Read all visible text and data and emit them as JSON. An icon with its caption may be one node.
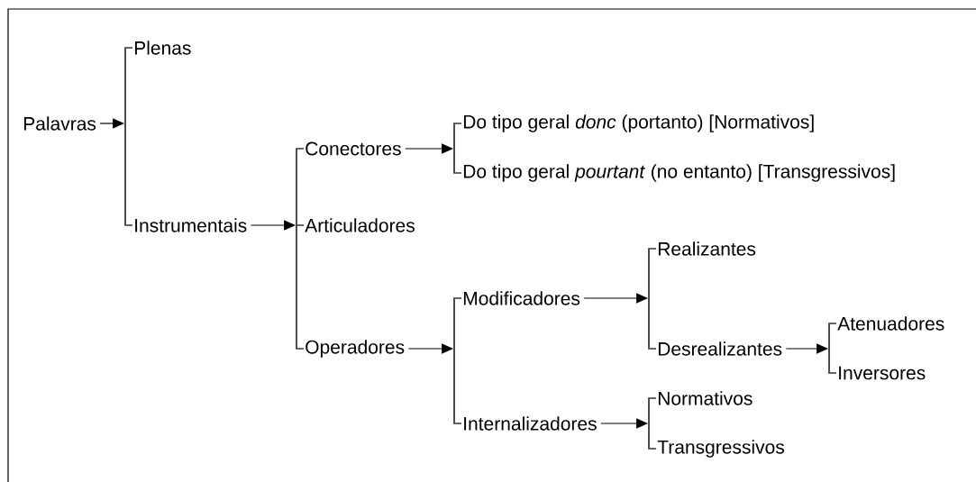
{
  "diagram": {
    "nodes": [
      {
        "text": [
          "Palavras"
        ]
      },
      {
        "text": [
          "Plenas"
        ]
      },
      {
        "text": [
          "Instrumentais"
        ]
      },
      {
        "text": [
          "Conectores"
        ]
      },
      {
        "text": [
          "Do tipo geral *donc* (portanto) [Normativos]"
        ]
      },
      {
        "text": [
          "Do tipo geral *pourtant* (no entanto) [Transgressivos]"
        ]
      },
      {
        "text": [
          "Articuladores"
        ]
      },
      {
        "text": [
          "Operadores"
        ]
      },
      {
        "text": [
          "Modificadores"
        ]
      },
      {
        "text": [
          "Realizantes"
        ]
      },
      {
        "text": [
          "Desrealizantes"
        ]
      },
      {
        "text": [
          "Atenuadores"
        ]
      },
      {
        "text": [
          "Inversores"
        ]
      },
      {
        "text": [
          "Internalizadores"
        ]
      },
      {
        "text": [
          "Normativos"
        ]
      },
      {
        "text": [
          "Transgressivos"
        ]
      },
      {
        "text": [],
        "shape": "bar"
      },
      {
        "text": [],
        "shape": "bar"
      },
      {
        "text": [],
        "shape": "bar"
      },
      {
        "text": [],
        "shape": "bar"
      },
      {
        "text": [],
        "shape": "bar"
      },
      {
        "text": [],
        "shape": "bar"
      },
      {
        "text": [],
        "shape": "bar"
      }
    ],
    "edges": [
      {
        "from": 0,
        "to": 16,
        "arrow": "to"
      },
      {
        "from": 16,
        "to": 1,
        "arrow": "none"
      },
      {
        "from": 16,
        "to": 2,
        "arrow": "none"
      },
      {
        "from": 2,
        "to": 17,
        "arrow": "to"
      },
      {
        "from": 17,
        "to": 3,
        "arrow": "none"
      },
      {
        "from": 17,
        "to": 6,
        "arrow": "none"
      },
      {
        "from": 17,
        "to": 7,
        "arrow": "none"
      },
      {
        "from": 3,
        "to": 18,
        "arrow": "to"
      },
      {
        "from": 18,
        "to": 4,
        "arrow": "none"
      },
      {
        "from": 18,
        "to": 5,
        "arrow": "none"
      },
      {
        "from": 7,
        "to": 19,
        "arrow": "to"
      },
      {
        "from": 19,
        "to": 8,
        "arrow": "none"
      },
      {
        "from": 19,
        "to": 13,
        "arrow": "none"
      },
      {
        "from": 8,
        "to": 20,
        "arrow": "to"
      },
      {
        "from": 20,
        "to": 9,
        "arrow": "none"
      },
      {
        "from": 20,
        "to": 10,
        "arrow": "none"
      },
      {
        "from": 13,
        "to": 21,
        "arrow": "to"
      },
      {
        "from": 21,
        "to": 14,
        "arrow": "none"
      },
      {
        "from": 21,
        "to": 15,
        "arrow": "none"
      },
      {
        "from": 10,
        "to": 22,
        "arrow": "to"
      },
      {
        "from": 22,
        "to": 11,
        "arrow": "none"
      },
      {
        "from": 22,
        "to": 12,
        "arrow": "none"
      }
    ]
  }
}
